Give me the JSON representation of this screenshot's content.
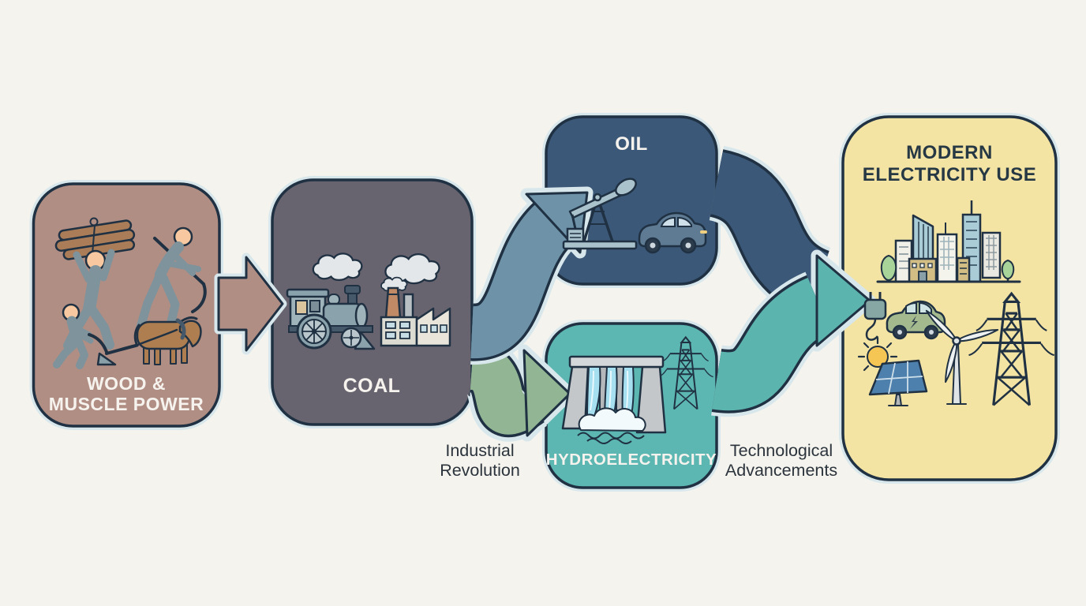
{
  "diagram": {
    "type": "energy-evolution-flow-diagram",
    "background_color": "#f4f3ed",
    "outline_color": "#1f3142",
    "halo_color": "#d8e7ec",
    "nodes": [
      {
        "id": "wood",
        "label_line1": "WOOD &",
        "label_line2": "MUSCLE POWER",
        "color": "#b18e84",
        "text_color": "#f6f3ee",
        "icons": [
          "person-carrying-logs-icon",
          "person-with-scythe-icon",
          "farmer-plowing-icon",
          "horse-icon"
        ]
      },
      {
        "id": "coal",
        "label": "COAL",
        "color": "#67636f",
        "text_color": "#f6f3ee",
        "icons": [
          "steam-locomotive-icon",
          "factory-icon",
          "smoke-cloud-icon"
        ]
      },
      {
        "id": "oil",
        "label": "OIL",
        "color": "#3b5878",
        "text_color": "#f6f3ee",
        "icons": [
          "oil-pumpjack-icon",
          "car-icon"
        ]
      },
      {
        "id": "hydro",
        "label": "HYDROELECTRICITY",
        "color": "#5cb6b1",
        "text_color": "#eef8f6",
        "icons": [
          "hydroelectric-dam-icon",
          "transmission-tower-icon"
        ]
      },
      {
        "id": "modern",
        "label_line1": "MODERN",
        "label_line2": "ELECTRICITY USE",
        "color": "#f4e4a4",
        "text_color": "#273845",
        "icons": [
          "city-skyline-icon",
          "tree-icon",
          "electric-plug-icon",
          "electric-car-icon",
          "sun-icon",
          "solar-panel-icon",
          "wind-turbine-icon",
          "transmission-tower-icon"
        ]
      }
    ],
    "edges": [
      {
        "from": "wood",
        "to": "coal",
        "color": "#b18e84"
      },
      {
        "from": "coal",
        "to": "oil",
        "color": "#6e93a9"
      },
      {
        "from": "coal",
        "to": "hydro",
        "color": "#92b694"
      },
      {
        "from": "oil",
        "to": "modern",
        "color": "#3b5878"
      },
      {
        "from": "hydro",
        "to": "modern",
        "color": "#5cb4ae"
      }
    ],
    "captions": {
      "industrial": {
        "line1": "Industrial",
        "line2": "Revolution",
        "color": "#2b333c"
      },
      "tech": {
        "line1": "Technological",
        "line2": "Advancements",
        "color": "#2b333c"
      }
    }
  }
}
